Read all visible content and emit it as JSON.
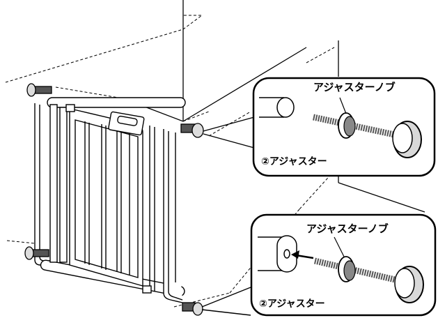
{
  "callouts": [
    {
      "knob_label": "アジャスターノブ",
      "part_label": "②アジャスター"
    },
    {
      "knob_label": "アジャスターノブ",
      "part_label": "②アジャスター"
    }
  ],
  "colors": {
    "line": "#000000",
    "fill": "#ffffff",
    "knob_face": "#d9d9d9",
    "thread": "#555555"
  }
}
